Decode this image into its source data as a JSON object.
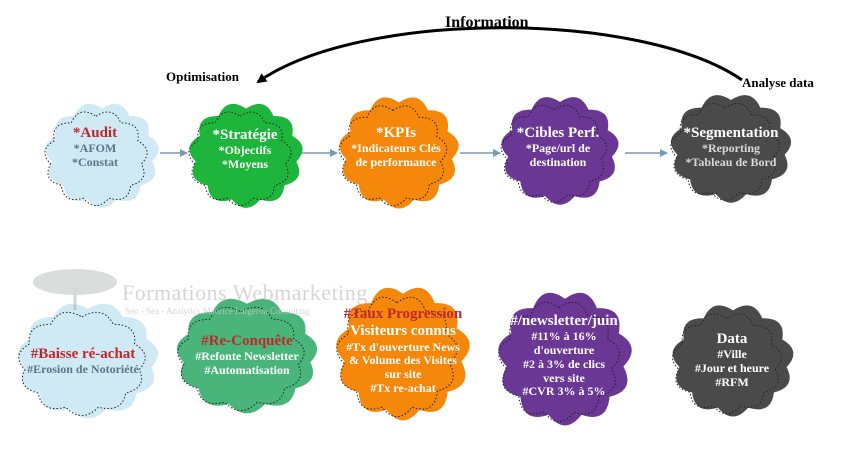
{
  "labels": {
    "information": "Information",
    "optimisation": "Optimisation",
    "analyse_data": "Analyse data"
  },
  "watermark": {
    "title": "Formations Webmarketing",
    "subtitle": "Seo - Sea - Analytics Maurice Largeron Consulting"
  },
  "colors": {
    "light_blue": "#cfe9f5",
    "green": "#1db53c",
    "light_green": "#49b57a",
    "orange": "#f5870a",
    "purple": "#6a3794",
    "dark_gray": "#4a4a4a",
    "red": "#c0272d",
    "arrow_gray": "#7d9ab0"
  },
  "row1": [
    {
      "title": "*Audit",
      "lines": [
        "*AFOM",
        "*Constat"
      ]
    },
    {
      "title": "*Stratégie",
      "lines": [
        "*Objectifs",
        "*Moyens"
      ]
    },
    {
      "title": "*KPIs",
      "lines": [
        "*Indicateurs Clés",
        "de performance"
      ]
    },
    {
      "title": "*Cibles Perf.",
      "lines": [
        "*Page/url de",
        "destination"
      ]
    },
    {
      "title": "*Segmentation",
      "lines": [
        "*Reporting",
        "*Tableau de Bord"
      ]
    }
  ],
  "row2": [
    {
      "title": "#Baisse ré-achat",
      "lines": [
        "#Erosion de Notoriété"
      ]
    },
    {
      "title": "#Re-Conquête",
      "lines": [
        "#Refonte Newsletter",
        "#Automatisation"
      ]
    },
    {
      "title": "#Taux Progression",
      "title2": "Visiteurs connus",
      "lines": [
        "#Tx d'ouverture News",
        "& Volume des Visites",
        "sur site",
        "#Tx re-achat"
      ]
    },
    {
      "title": "#/newsletter/juin",
      "lines": [
        "#11% à 16%",
        "d'ouverture",
        "#2 à 3% de clics",
        "vers site",
        "#CVR 3% à 5%"
      ]
    },
    {
      "title": "Data",
      "lines": [
        "#Ville",
        "#Jour et heure",
        "#RFM"
      ]
    }
  ]
}
